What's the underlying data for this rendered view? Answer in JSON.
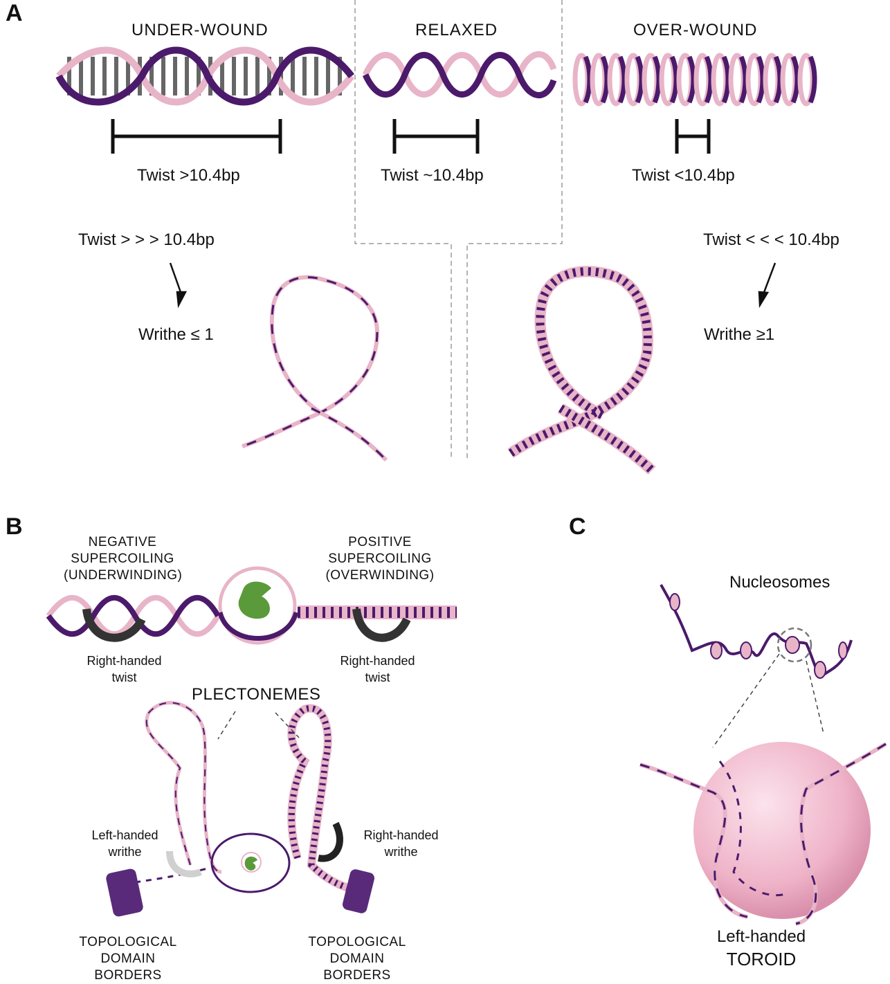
{
  "panels": {
    "a": "A",
    "b": "B",
    "c": "C"
  },
  "panel_a": {
    "under_wound": {
      "title": "UNDER-WOUND",
      "twist": "Twist >10.4bp",
      "twist_extreme": "Twist > > > 10.4bp",
      "writhe": "Writhe ≤ 1"
    },
    "relaxed": {
      "title": "RELAXED",
      "twist": "Twist ~10.4bp"
    },
    "over_wound": {
      "title": "OVER-WOUND",
      "twist": "Twist <10.4bp",
      "twist_extreme": "Twist < < < 10.4bp",
      "writhe": "Writhe ≥1"
    }
  },
  "panel_b": {
    "negative_line1": "NEGATIVE",
    "negative_line2": "SUPERCOILING",
    "negative_line3": "(UNDERWINDING)",
    "positive_line1": "POSITIVE",
    "positive_line2": "SUPERCOILING",
    "positive_line3": "(OVERWINDING)",
    "left_twist_line1": "Right-handed",
    "left_twist_line2": "twist",
    "right_twist_line1": "Right-handed",
    "right_twist_line2": "twist",
    "plectonemes": "PLECTONEMES",
    "left_writhe_line1": "Left-handed",
    "left_writhe_line2": "writhe",
    "right_writhe_line1": "Right-handed",
    "right_writhe_line2": "writhe",
    "border_left_line1": "TOPOLOGICAL",
    "border_left_line2": "DOMAIN",
    "border_left_line3": "BORDERS",
    "border_right_line1": "TOPOLOGICAL",
    "border_right_line2": "DOMAIN",
    "border_right_line3": "BORDERS"
  },
  "panel_c": {
    "nucleosomes": "Nucleosomes",
    "toroid_line1": "Left-handed",
    "toroid_line2": "TOROID"
  },
  "colors": {
    "strand_dark": "#4b1a6b",
    "strand_light": "#e8b4c8",
    "base_grey": "#6b6b6b",
    "enzyme_green": "#5a9a3a",
    "histone_pink": "#f0b8cc",
    "dashed_line": "#999999"
  }
}
